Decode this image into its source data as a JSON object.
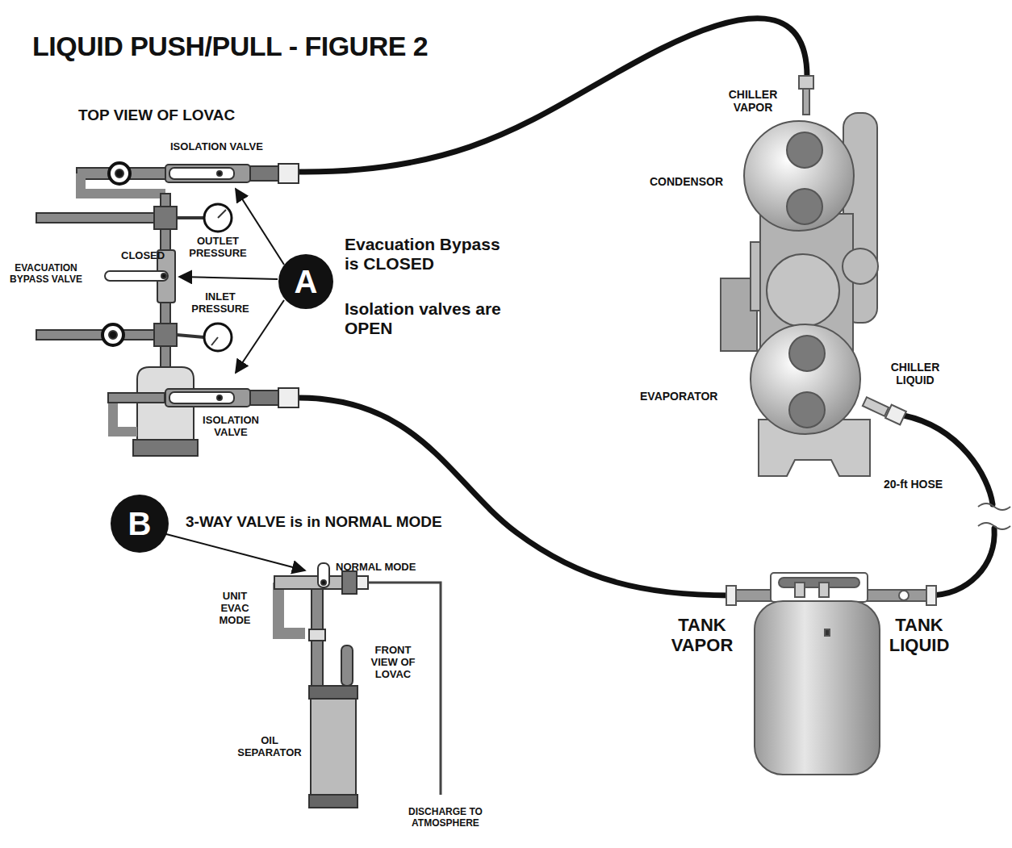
{
  "diagram": {
    "title": "LIQUID PUSH/PULL - FIGURE 2",
    "nodes": [
      {
        "text": [
          "A"
        ]
      },
      {
        "text": [
          "B"
        ]
      }
    ],
    "labels": [
      "TOP VIEW OF LOVAC",
      "ISOLATION VALVE",
      "OUTLET PRESSURE",
      "CLOSED",
      "EVACUATION BYPASS VALVE",
      "INLET PRESSURE",
      "ISOLATION VALVE",
      "Evacuation Bypass is CLOSED",
      "Isolation valves are OPEN",
      "3-WAY VALVE is in NORMAL MODE",
      "NORMAL MODE",
      "UNIT EVAC MODE",
      "FRONT VIEW OF LOVAC",
      "OIL SEPARATOR",
      "DISCHARGE TO ATMOSPHERE",
      "CHILLER VAPOR",
      "CONDENSOR",
      "EVAPORATOR",
      "CHILLER LIQUID",
      "20-ft HOSE",
      "TANK VAPOR",
      "TANK LIQUID"
    ]
  }
}
